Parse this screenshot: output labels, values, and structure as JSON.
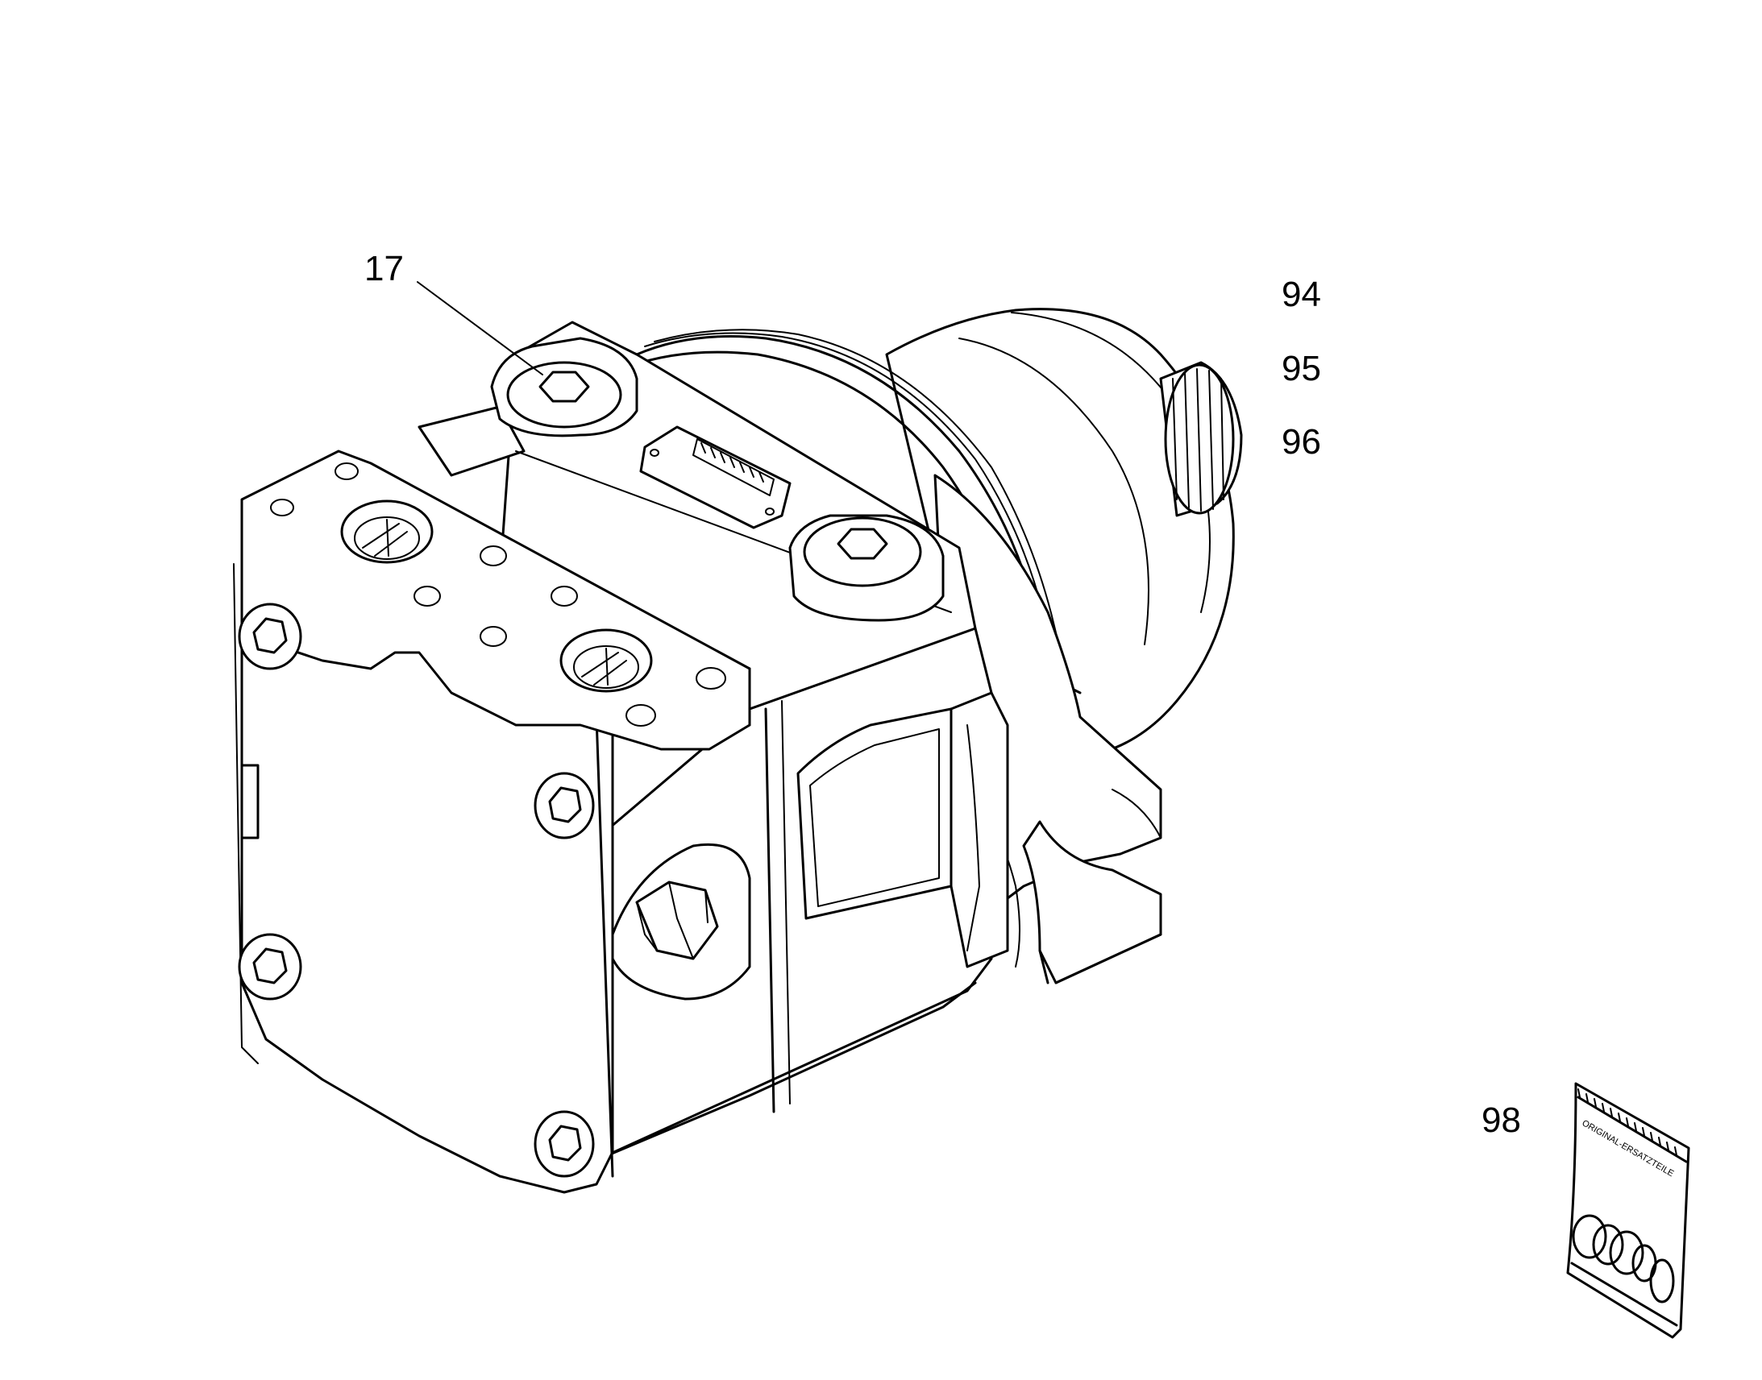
{
  "callouts": [
    {
      "id": "callout-17",
      "label": "17"
    },
    {
      "id": "callout-94",
      "label": "94"
    },
    {
      "id": "callout-95",
      "label": "95"
    },
    {
      "id": "callout-96",
      "label": "96"
    },
    {
      "id": "callout-98",
      "label": "98"
    }
  ],
  "kit_bag": {
    "print": "ORIGINAL-ERSATZTEILE"
  }
}
